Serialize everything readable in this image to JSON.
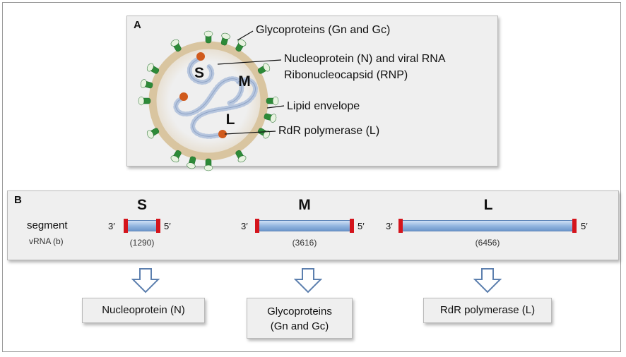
{
  "panel_a": {
    "label": "A",
    "segment_labels": [
      "S",
      "M",
      "L"
    ],
    "callouts": {
      "glycoproteins": "Glycoproteins (Gn and Gc)",
      "nucleoprotein": "Nucleoprotein (N) and viral RNA",
      "rnp": "Ribonucleocapsid (RNP)",
      "envelope": "Lipid envelope",
      "polymerase": "RdR polymerase (L)"
    }
  },
  "panel_b": {
    "label": "B",
    "row_label": "segment",
    "row_sublabel": "vRNA (b)",
    "end_3": "3′",
    "end_5": "5′",
    "segments": [
      {
        "name": "S",
        "length": "(1290)",
        "product": [
          "Nucleoprotein (N)"
        ]
      },
      {
        "name": "M",
        "length": "(3616)",
        "product": [
          "Glycoproteins",
          "(Gn and Gc)"
        ]
      },
      {
        "name": "L",
        "length": "(6456)",
        "product": [
          "RdR polymerase (L)"
        ]
      }
    ]
  },
  "colors": {
    "envelope": "#d9c5a0",
    "rnp": "#b7c6de",
    "polymerase": "#d05a1c",
    "spike": "#2d8a38",
    "segment_bar": "#8fb3de",
    "segment_cap": "#d4141c",
    "arrow": "#5c7fae"
  }
}
